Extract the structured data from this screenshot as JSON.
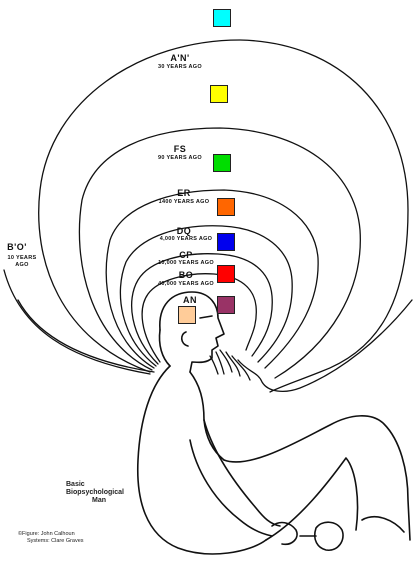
{
  "levels": [
    {
      "code": "A'N'",
      "years": "30 YEARS AGO",
      "color": "#ffff00"
    },
    {
      "code": "FS",
      "years": "90 YEARS AGO",
      "color": "#00dd00"
    },
    {
      "code": "ER",
      "years": "1400 YEARS AGO",
      "color": "#ff6600"
    },
    {
      "code": "DQ",
      "years": "4,000 YEARS AGO",
      "color": "#0000ee"
    },
    {
      "code": "CP",
      "years": "10,000 YEARS AGO",
      "color": "#ff0000"
    },
    {
      "code": "BO",
      "years": "40,000 YEARS AGO",
      "color": "#993366"
    },
    {
      "code": "AN",
      "years": "",
      "color": "#ffcc99"
    }
  ],
  "top_square_color": "#00ffff",
  "side_label": {
    "code": "B'O'",
    "years_line1": "10 YEARS",
    "years_line2": "AGO"
  },
  "caption": {
    "line1": "Basic",
    "line2": "Biopsychological",
    "line3": "Man"
  },
  "credit": {
    "line1": "©Figure: John Calhoun",
    "line2": "Systems: Clare Graves"
  }
}
